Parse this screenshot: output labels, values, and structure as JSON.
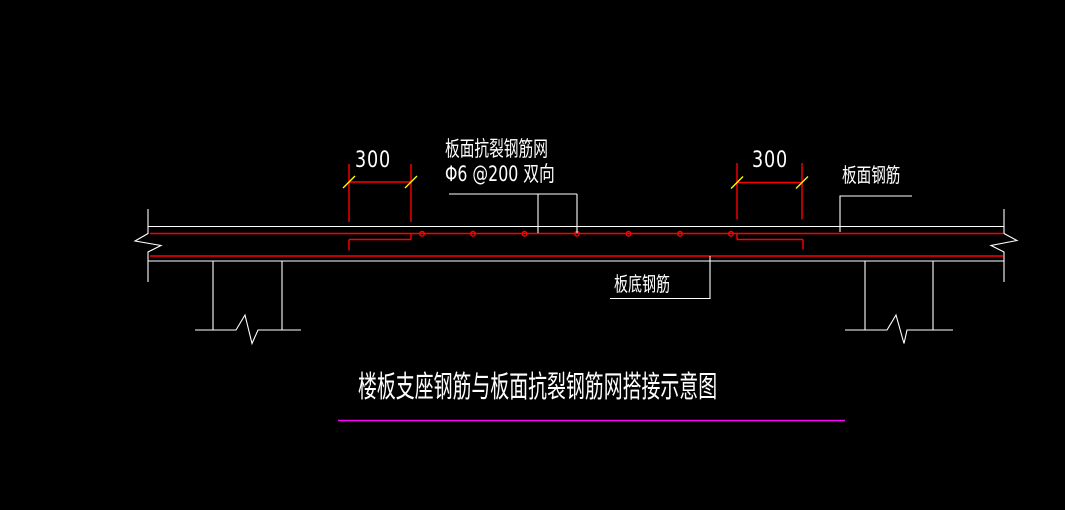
{
  "title": "楼板支座钢筋与板面抗裂钢筋网搭接示意图",
  "annotations": {
    "mesh_label_line1": "板面抗裂钢筋网",
    "mesh_label_line2": "Φ6 @200 双向",
    "top_rebar_label": "板面钢筋",
    "bottom_rebar_label": "板底钢筋",
    "dim_left": "300",
    "dim_right": "300"
  },
  "colors": {
    "background": "#000000",
    "outline": "#ffffff",
    "rebar": "#ff0000",
    "dimension": "#ff0000",
    "tick": "#ffff00",
    "title_underline": "#ff00ff",
    "text": "#ffffff"
  }
}
